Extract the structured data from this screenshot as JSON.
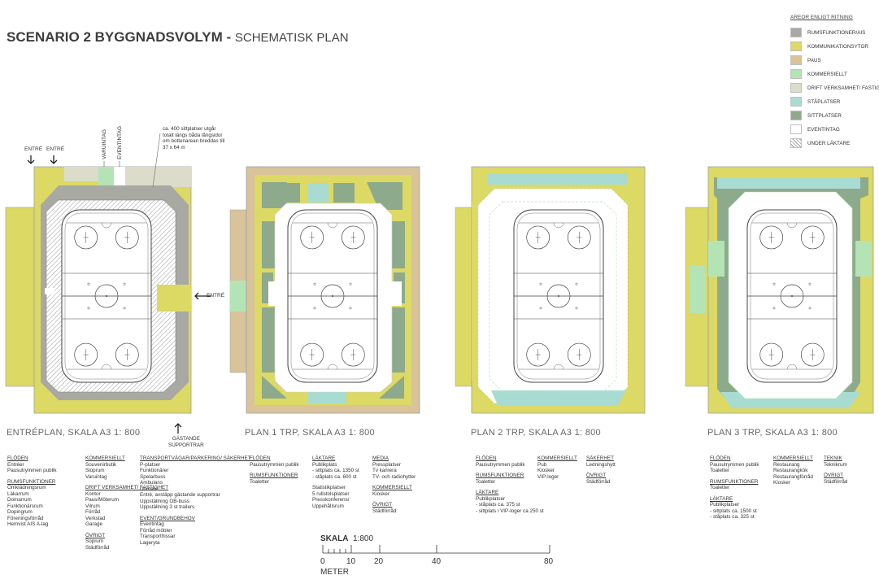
{
  "title": {
    "bold": "SCENARIO 2  BYGGNADSVOLYM - ",
    "rest": "SCHEMATISK PLAN"
  },
  "legend": {
    "title": "AREOR ENLIGT RITNING",
    "items": [
      {
        "label": "RUMSFUNKTIONER/AIS",
        "color": "#a9a9a3"
      },
      {
        "label": "KOMMUNIKATIONSYTOR",
        "color": "#dcd964"
      },
      {
        "label": "PAUS",
        "color": "#d8c39a"
      },
      {
        "label": "KOMMERSIELLT",
        "color": "#b4e3b6"
      },
      {
        "label": "DRIFT VERKSAMHET/ FASTIGHET",
        "color": "#dcdccb"
      },
      {
        "label": "STÅPLATSER",
        "color": "#a8dcd3"
      },
      {
        "label": "SITTPLATSER",
        "color": "#8eaa8c"
      },
      {
        "label": "EVENTINTAG",
        "color": "#ffffff"
      },
      {
        "label": "UNDER LÄKTARE",
        "color": "hatch"
      }
    ]
  },
  "annotations": {
    "entre1": "ENTRÉ",
    "entre2": "ENTRÉ",
    "entre_right": "ENTRÉ",
    "varuintag": "VARUINTAG",
    "eventintag": "EVENTINTAG",
    "seat_note": [
      "ca. 400 sittplatser utgår",
      "totalt längs båda långsidor",
      "om bottenarean breddas till",
      "37 x 64 m"
    ],
    "gastande": [
      "GÄSTANDE",
      "SUPPORTRAR"
    ]
  },
  "plans": [
    {
      "caption": "ENTRÉPLAN, SKALA A3 1: 800"
    },
    {
      "caption": "PLAN 1 TRP, SKALA A3 1: 800"
    },
    {
      "caption": "PLAN 2 TRP, SKALA A3 1: 800"
    },
    {
      "caption": "PLAN 3 TRP, SKALA A3 1: 800"
    }
  ],
  "notes": {
    "p0": [
      [
        {
          "h": "FLÖDEN",
          "lines": [
            "Entréer",
            "Pausutrymmen publik"
          ]
        },
        {
          "h": "RUMSFUNKTIONER",
          "lines": [
            "Omklädningsrum",
            "Läkarrum",
            "Domarrum",
            "Funktionärsrum",
            "Dopingrum",
            "Föreningsförråd",
            "Hemvist AIS A-lag"
          ]
        }
      ],
      [
        {
          "h": "KOMMERSIELLT",
          "lines": [
            "Souvenirbutik",
            "Sioprum",
            "Varuintag"
          ]
        },
        {
          "h": "DRIFT VERKSAMHET/ FASTIGHET",
          "lines": [
            "Kontor",
            "Paus/Möterum",
            "Vilrum",
            "Förråd",
            "Verkstad",
            "Garage"
          ]
        },
        {
          "h": "ÖVRIGT",
          "lines": [
            "Soprum",
            "Städförråd"
          ]
        }
      ],
      [
        {
          "h": "TRANSPORTVÄGAR/PARKERING/ SÄKERHET",
          "lines": [
            "P-platser",
            "Funktionärer",
            "Spelarbuss",
            "Ambulans",
            "Domare",
            "Entré, avstäpp gästande supportrar",
            "Uppställning OB-buss",
            "Uppställning 3 st trailers"
          ]
        },
        {
          "h": "EVENT/GRUNDBEHOV",
          "lines": [
            "Eventintag",
            "Förråd möbler",
            "Transporthissar",
            "Lageryta"
          ]
        }
      ]
    ],
    "p1": [
      [
        {
          "h": "FLÖDEN",
          "lines": [
            "Pausutrymmen publik"
          ]
        },
        {
          "h": "RUMSFUNKTIONER",
          "lines": [
            "Toaletter"
          ]
        }
      ],
      [
        {
          "h": "LÄKTARE",
          "lines": [
            "Publikplats",
            "- sittplats ca. 1350 st",
            "- ståplats ca. 600 st"
          ]
        },
        {
          "h": "",
          "lines": [
            "Statistikplatser",
            "5 rullstolsplatser",
            "Presskonferens/",
            "Uppehållsrum"
          ]
        }
      ],
      [
        {
          "h": "MEDIA",
          "lines": [
            "Pressplatser",
            "Tv kamera",
            "TV- och radiohytter"
          ]
        },
        {
          "h": "KOMMERSIELLT",
          "lines": [
            "Kiosker"
          ]
        },
        {
          "h": "ÖVRIGT",
          "lines": [
            "Städförråd"
          ]
        }
      ]
    ],
    "p2": [
      [
        {
          "h": "FLÖDEN",
          "lines": [
            "Pausutrymmen publik"
          ]
        },
        {
          "h": "RUMSFUNKTIONER",
          "lines": [
            "Toaletter"
          ]
        },
        {
          "h": "LÄKTARE",
          "lines": [
            "Publikplatser",
            "- ståplats ca. 375 st",
            "- sittplats i VIP-loger ca 250 st"
          ]
        }
      ],
      [
        {
          "h": "KOMMERSIELLT",
          "lines": [
            "Pub",
            "Kiosker",
            "VIP-loger"
          ]
        }
      ],
      [
        {
          "h": "SÄKERHET",
          "lines": [
            "Ledningshytt"
          ]
        },
        {
          "h": "ÖVRIGT",
          "lines": [
            "Städförråd"
          ]
        }
      ]
    ],
    "p3": [
      [
        {
          "h": "FLÖDEN",
          "lines": [
            "Pausutrymmen publik",
            "Toaletter"
          ]
        },
        {
          "h": "RUMSFUNKTIONER",
          "lines": [
            "Toaletter"
          ]
        },
        {
          "h": "LÄKTARE",
          "lines": [
            "Publikplatser",
            "- sittplats ca. 1500 st",
            "- ståplats ca. 325 st"
          ]
        }
      ],
      [
        {
          "h": "KOMMERSIELLT",
          "lines": [
            "Restaurang",
            "Restaurangkök",
            "Restaurangförråd",
            "Kiosker"
          ]
        }
      ],
      [
        {
          "h": "TEKNIK",
          "lines": [
            "Teknikrum"
          ]
        },
        {
          "h": "ÖVRIGT",
          "lines": [
            "Städförråd"
          ]
        }
      ]
    ]
  },
  "scale": {
    "title": "SKALA",
    "ratio": "1:800",
    "ticks": [
      "0",
      "10",
      "20",
      "40",
      "80"
    ],
    "unit": "METER"
  }
}
